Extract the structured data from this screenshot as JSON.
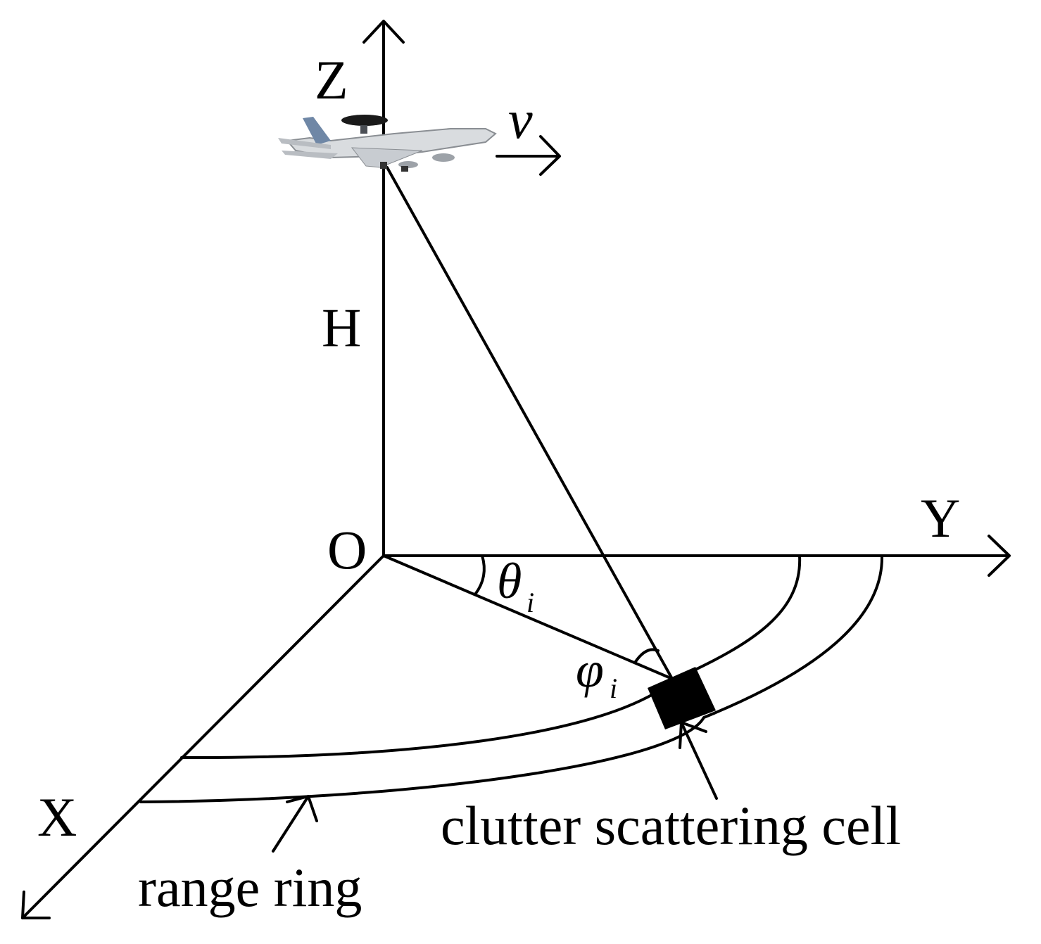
{
  "axes": {
    "z_label": "Z",
    "y_label": "Y",
    "x_label": "X",
    "origin_label": "O"
  },
  "labels": {
    "height": "H",
    "velocity": "v",
    "theta": "θ",
    "theta_sub": "i",
    "phi": "φ",
    "phi_sub": "i",
    "range_ring": "range ring",
    "cell": "clutter scattering cell"
  },
  "colors": {
    "stroke": "#000000",
    "cell_fill": "#000000",
    "aircraft_body": "#d9dcdf",
    "aircraft_tail": "#6f87a6"
  },
  "icons": {
    "aircraft": "aircraft-icon"
  }
}
